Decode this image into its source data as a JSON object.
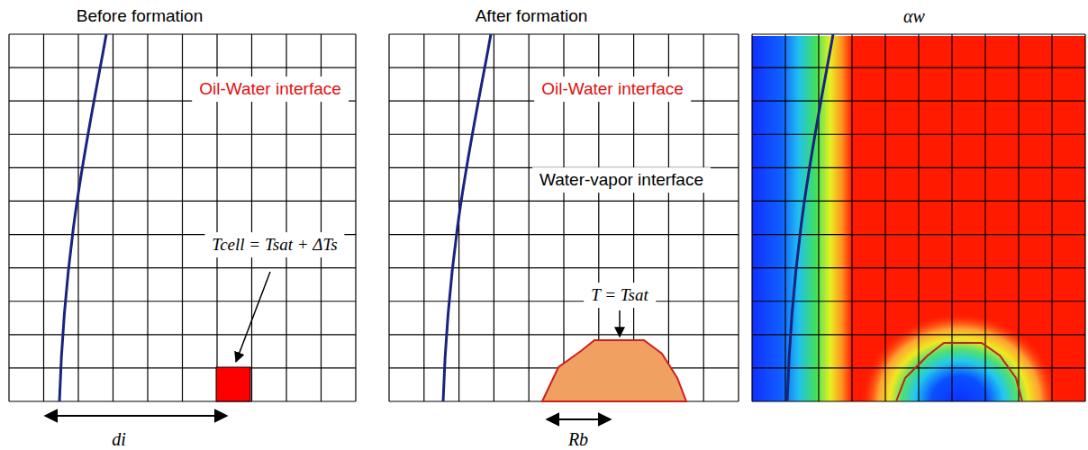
{
  "diagram": {
    "labels": [
      "Before formation",
      "After formation",
      "αw",
      "Oil-Water interface",
      "Tcell = Tsat + ΔTs",
      "di",
      "Oil-Water interface",
      "Water-vapor interface",
      "T = Tsat",
      "Rb"
    ]
  }
}
